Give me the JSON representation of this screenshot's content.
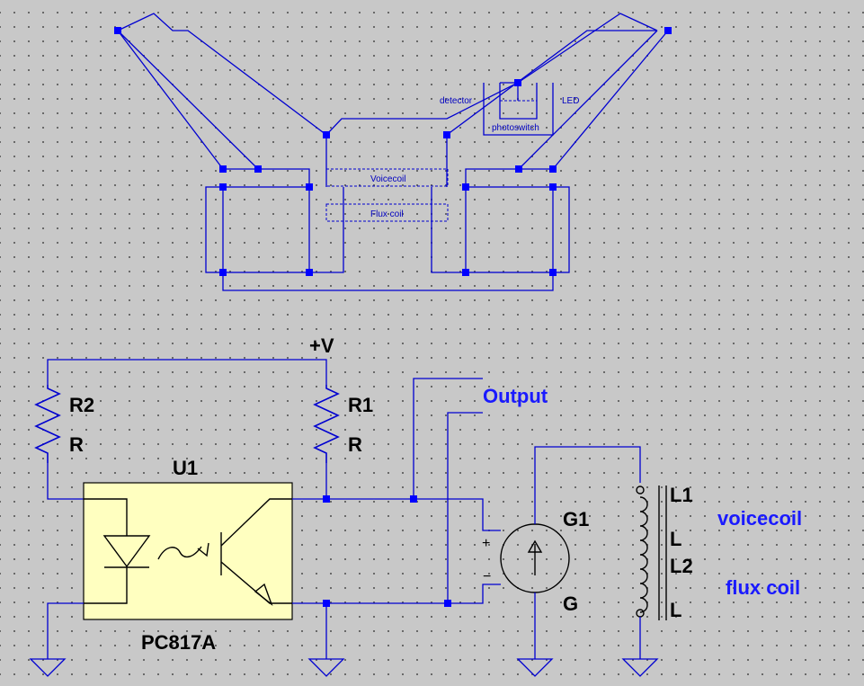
{
  "mechanism_labels": {
    "detector": "detector",
    "led": "LED",
    "photoswitch": "photoswitch",
    "voicecoil": "Voicecoil",
    "flux_coil": "Flux coil"
  },
  "schematic": {
    "supply": "+V",
    "output_net": "Output",
    "resistors": [
      {
        "ref": "R2",
        "value": "R"
      },
      {
        "ref": "R1",
        "value": "R"
      }
    ],
    "optocoupler": {
      "ref": "U1",
      "part": "PC817A"
    },
    "generator": {
      "ref": "G1",
      "value": "G",
      "plus": "+",
      "minus": "−"
    },
    "inductors": [
      {
        "ref": "L1",
        "value": "L",
        "net_label": "voicecoil"
      },
      {
        "ref": "L2",
        "value": "L",
        "net_label": "flux coil"
      }
    ]
  },
  "colors": {
    "wire": "#0000d0",
    "node": "#0000ff",
    "component_body": "#ffffc0",
    "background": "#c8c8c8"
  }
}
